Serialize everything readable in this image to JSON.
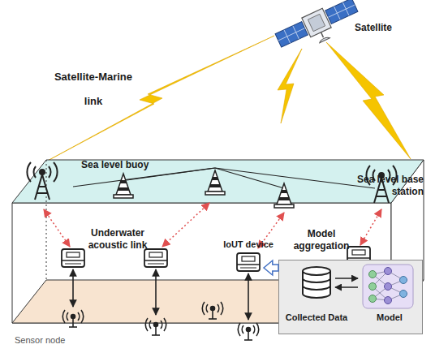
{
  "diagram": {
    "nodes": [
      {
        "text": [
          "IoUT device"
        ]
      },
      {
        "text": [
          "Collected Data",
          "Model"
        ]
      }
    ],
    "edges": [
      {
        "from": 1,
        "to": 0,
        "arrow": "to"
      }
    ],
    "labels": [
      "Satellite",
      "Satellite-Marine link",
      "Sea level buoy",
      "Sea level base station",
      "Underwater acoustic link",
      "Model aggregation",
      "Sensor node"
    ]
  }
}
